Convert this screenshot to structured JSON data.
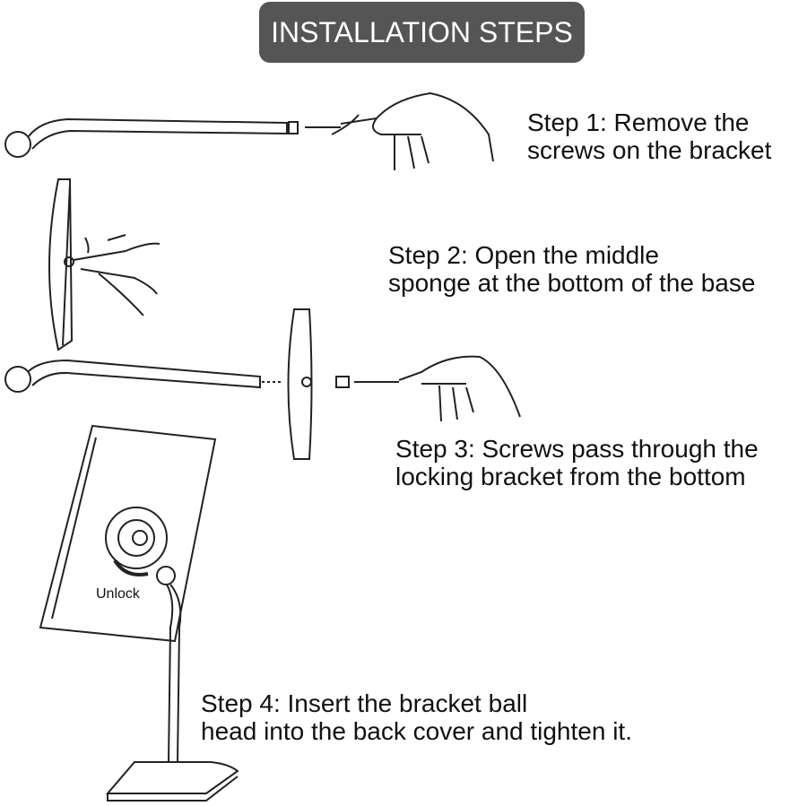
{
  "title": "INSTALLATION STEPS",
  "colors": {
    "badge_bg": "#555555",
    "badge_text": "#ffffff",
    "text": "#111111"
  },
  "steps": [
    {
      "line1": "Step 1: Remove the",
      "line2": "screws on the bracket"
    },
    {
      "line1": "Step 2: Open the middle",
      "line2": "sponge at the bottom of the base"
    },
    {
      "line1": "Step 3: Screws pass through the",
      "line2": "locking bracket from the bottom"
    },
    {
      "line1": "Step 4: Insert the bracket ball",
      "line2": "head into the back cover and tighten it."
    }
  ],
  "unlock_label": "Unlock"
}
